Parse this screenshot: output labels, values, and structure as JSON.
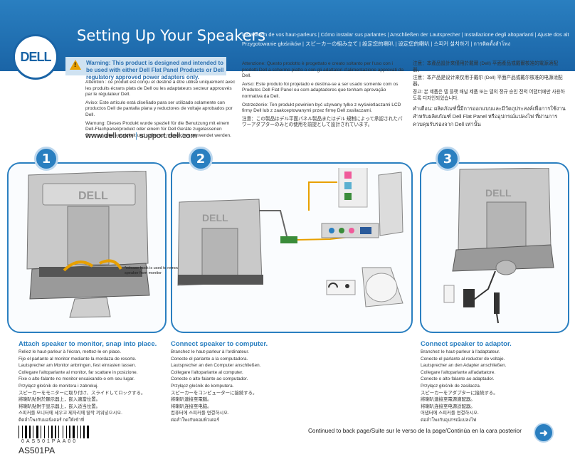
{
  "header": {
    "title": "Setting Up Your Speakers",
    "lang_line_1": "Installation de vos haut-parleurs | Cómo instalar sus parlantes | Anschließen der Lautsprecher | Installazione degli altoparlanti | Ajuste dos alto-falantes",
    "lang_line_2": "Przygotowanie głośników | スピーカーの組み立て | 設定您的喇叭 | 设定您的喇叭 | 스피커 설치하기 | การติดตั้งลำโพง",
    "logo": "DELL"
  },
  "warning": {
    "title": "Warning: This product is designed and intended to be used with either Dell Flat Panel Products or Dell regulatory approved power adapters only.",
    "col1": [
      "Attention : ce produit est conçu et destiné à être utilisé uniquement avec les produits écrans plats de Dell ou les adaptateurs secteur approuvés par le régulateur Dell.",
      "Aviso: Este artículo está diseñado para ser utilizado solamente con productos Dell de pantalla plana y reductores de voltaje aprobados por Dell.",
      "Warnung: Dieses Produkt wurde speziell für die Benutzung mit einem Dell-Flachpanel/produkt oder einem für Dell Geräte zugelassenen Stromadapter entwickelt und sollte nur mit solchen verwendet werden."
    ],
    "col2": [
      "Attenzione: Questo prodotto è progettato e creato soltanto per l'uso con i prodotti Dell a schermo piatto o con gli adattatori d'alimentazione approvati da Dell.",
      "Aviso: Este produto foi projetado e destina-se a ser usado somente com os Produtos Dell Flat Panel ou com adaptadores que tenham aprovação normativa da Dell.",
      "Ostrzeżenie: Ten produkt powinien być używany tylko z wyświetlaczami LCD firmy Dell lub z zaakceptowanymi przez firmę Dell zasilaczami.",
      "注意：この製品はデル平面パネル製品またはデル 規制によって承認されたパワーアダプターのみとの使用を前提として設計されています。"
    ],
    "col3": [
      "注意：本產品設計來僅用於戴爾 (Dell) 平面產品或戴爾核准的電源適配器。",
      "注意：本产品是设计来仅用于戴尔 (Dell) 平面产品或戴尔核准的电源适配器。",
      "경고: 본 제품은 델 플랫 패널 제품 또는 델의 정규 승인 전력 어댑터에만 사용하도록 디자인되었습니다.",
      "คำเตือน: ผลิตภัณฑ์นี้มีการออกแบบและมีวัตถุประสงค์เพื่อการใช้งานสำหรับผลิตภัณฑ์ Dell Flat Panel หรืออุปกรณ์แปลงไฟ ที่ผ่านการควบคุมรับรองจาก Dell เท่านั้น"
    ]
  },
  "url": {
    "site1": "www.dell.com",
    "site2": "support.dell.com"
  },
  "steps": [
    {
      "number": "1",
      "title": "Attach speaker to monitor, snap into place.",
      "lines": [
        "Reliez le haut-parleur à l'écran, mettez-le en place.",
        "Fije el parlante al monitor mediante la mordaza de resorte.",
        "Lautsprecher am Monitor anbringen, fest einrasten lassen.",
        "Collegare l'altoparlante al monitor, far scattare in posizione.",
        "Fixe o alto-falante no monitor encaixando-o em seu lugar.",
        "Przyłącz głośnik do monitora i zabrokuj.",
        "スピーカーをモニターに取り付け、スライドしてロックする。",
        "將喇叭貼附於顯示器上，嵌入適當位置。",
        "将喇叭贴附于显示器上，嵌入适当位置。",
        "스피커를 모니터에 세우고 제자리에 딸깍 끼워넣으시오.",
        "ติดลำโพงกับมอนิเตอร์ กดให้เข้าที่"
      ],
      "note": "*release hook is used to remove speaker from monitor"
    },
    {
      "number": "2",
      "title": "Connect speaker to computer.",
      "lines": [
        "Branchez le haut-parleur à l'ordinateur.",
        "Conecte el parlante a la computadora.",
        "Lautsprecher an den Computer anschließen.",
        "Collegare l'altoparlante al computer.",
        "Conecte o alto-falante ao computador.",
        "Przyłącz głośnik do komputera.",
        "スピーカーをコンピューターに接続する。",
        "將喇叭連接至電腦。",
        "将喇叭连接至电脑。",
        "컴퓨터에 스피커를 연결하시오.",
        "ต่อลำโพงกับคอมพิวเตอร์"
      ]
    },
    {
      "number": "3",
      "title": "Connect speaker to adaptor.",
      "lines": [
        "Branchez le haut-parleur à l'adaptateur.",
        "Conecte el parlante al reductor de voltaje.",
        "Lautsprecher an den Adapter anschließen.",
        "Collegare l'altoparlante all'adattatore.",
        "Conecte o alto-falante ao adaptador.",
        "Przyłącz głośnik do zasilacza.",
        "スピーカーをアダプターに接続する。",
        "將喇叭連接至電源適配器。",
        "将喇叭连接至电源适配器。",
        "어댑터에 스피커를 연결하시오.",
        "ต่อลำโพงกับอุปกรณ์แปลงไฟ"
      ]
    }
  ],
  "footer": {
    "barcode_text": "0AS501PAA00",
    "model": "AS501PA",
    "continued": "Continued to back page/Suite sur le verso de la page/Continúa en la cara posterior"
  },
  "colors": {
    "accent": "#2a7fc0",
    "header": "#1a64a6",
    "warning": "#e8a000"
  }
}
